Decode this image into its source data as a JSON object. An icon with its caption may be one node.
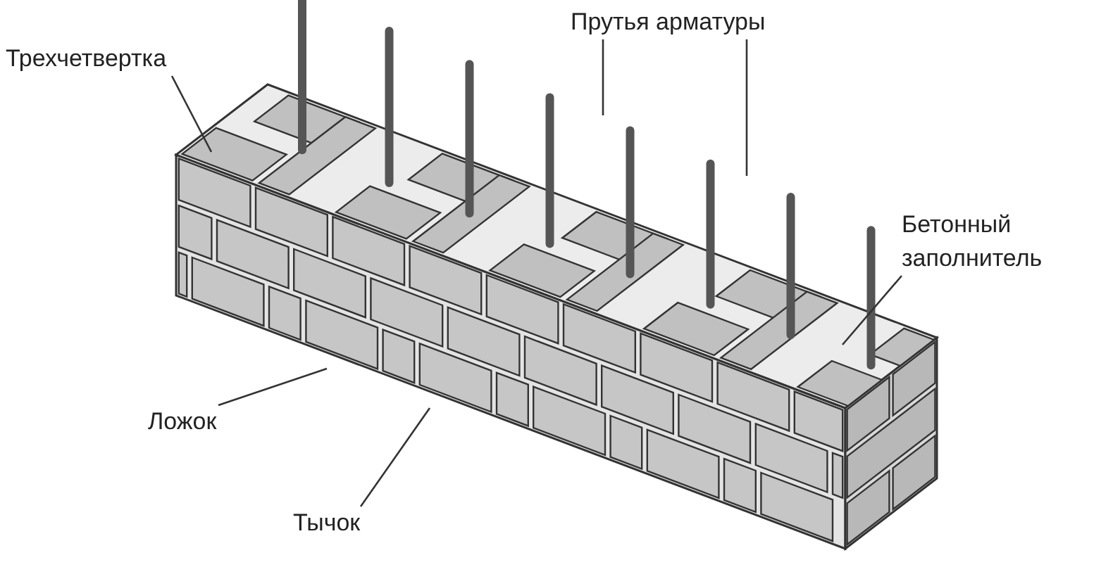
{
  "diagram": {
    "nodes": [
      {
        "text": [
          "Трехчетвертка"
        ]
      },
      {
        "text": [
          "Прутья арматуры"
        ]
      },
      {
        "text": [
          "Бетонный заполнитель"
        ]
      },
      {
        "text": [
          "Ложок"
        ]
      },
      {
        "text": [
          "Тычок"
        ]
      }
    ],
    "edges": [
      {
        "from": 0,
        "to": null,
        "arrow": "none"
      },
      {
        "from": 1,
        "to": null,
        "arrow": "none"
      },
      {
        "from": 1,
        "to": null,
        "arrow": "none"
      },
      {
        "from": 2,
        "to": null,
        "arrow": "none"
      },
      {
        "from": 3,
        "to": null,
        "arrow": "none"
      },
      {
        "from": 4,
        "to": null,
        "arrow": "none"
      }
    ]
  }
}
